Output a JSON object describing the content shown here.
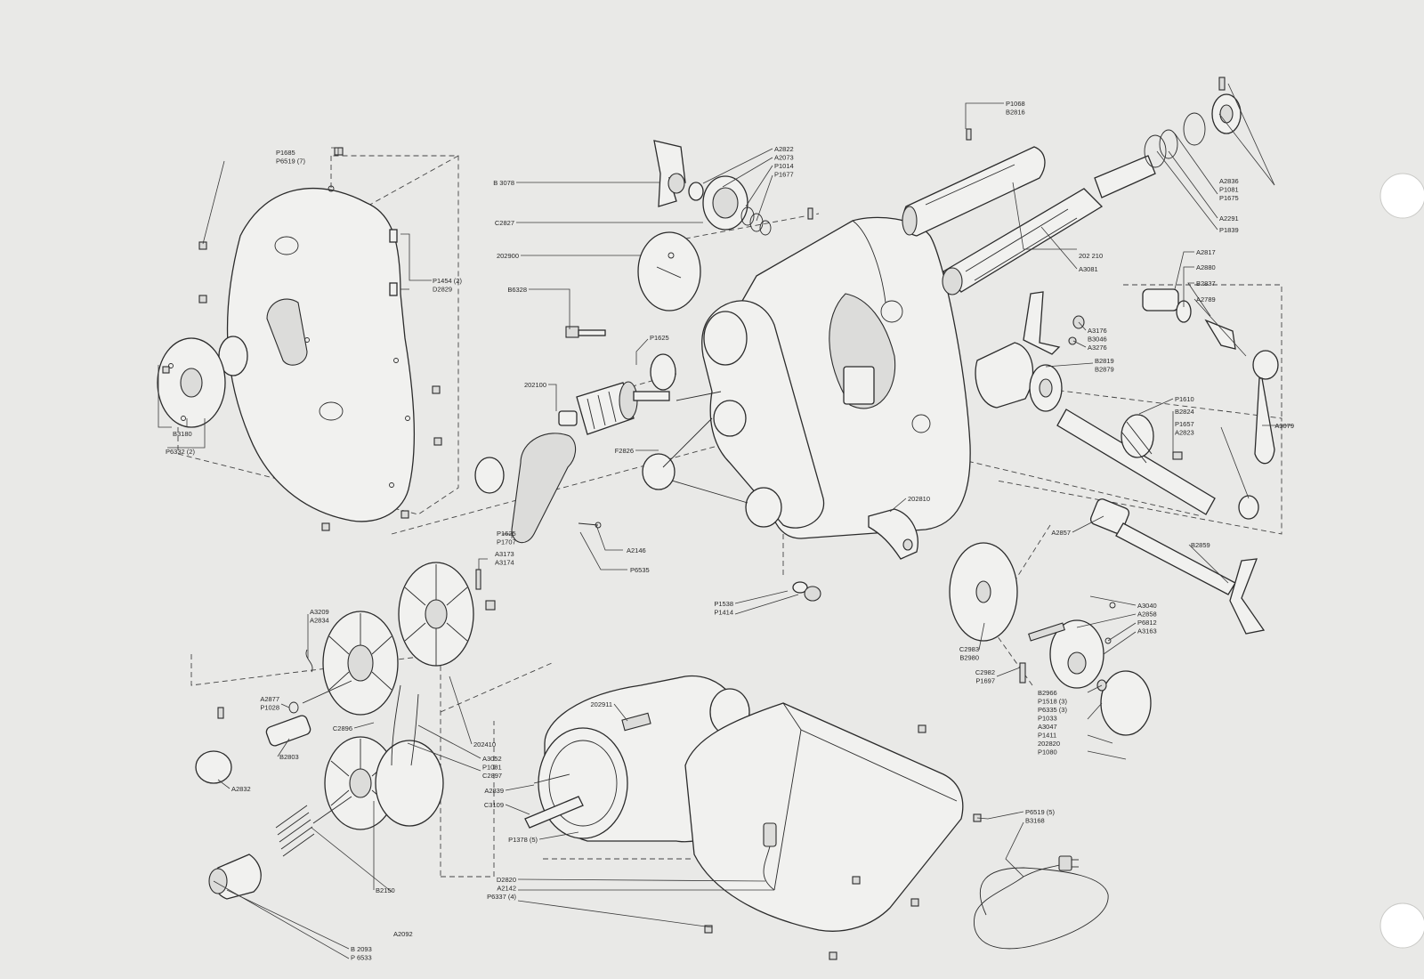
{
  "callouts": [
    {
      "id": "c1",
      "lines": [
        "P1685",
        "P6519 (7)"
      ]
    },
    {
      "id": "c2",
      "lines": [
        "P1454 (2)",
        "D2829"
      ]
    },
    {
      "id": "c3",
      "lines": [
        "B3180"
      ]
    },
    {
      "id": "c4",
      "lines": [
        "P6332 (2)"
      ]
    },
    {
      "id": "c5",
      "lines": [
        "B 3078"
      ]
    },
    {
      "id": "c6",
      "lines": [
        "A2822",
        "A2073",
        "P1014",
        "P1677"
      ]
    },
    {
      "id": "c7",
      "lines": [
        "C2827"
      ]
    },
    {
      "id": "c8",
      "lines": [
        "202900"
      ]
    },
    {
      "id": "c9",
      "lines": [
        "B6328"
      ]
    },
    {
      "id": "c10",
      "lines": [
        "P1625"
      ]
    },
    {
      "id": "c11",
      "lines": [
        "202100"
      ]
    },
    {
      "id": "c12",
      "lines": [
        "F2826"
      ]
    },
    {
      "id": "c13",
      "lines": [
        "P1625",
        "P1707"
      ]
    },
    {
      "id": "c14",
      "lines": [
        "A2146"
      ]
    },
    {
      "id": "c15",
      "lines": [
        "P6535"
      ]
    },
    {
      "id": "c16",
      "lines": [
        "A3173",
        "A3174"
      ]
    },
    {
      "id": "c17",
      "lines": [
        "P1538",
        "P1414"
      ]
    },
    {
      "id": "c18",
      "lines": [
        "P1068",
        "B2816"
      ]
    },
    {
      "id": "c19",
      "lines": [
        "202 210"
      ]
    },
    {
      "id": "c20",
      "lines": [
        "A3081"
      ]
    },
    {
      "id": "c21",
      "lines": [
        "A2836",
        "P1081",
        "P1675"
      ]
    },
    {
      "id": "c22",
      "lines": [
        "A2291"
      ]
    },
    {
      "id": "c23",
      "lines": [
        "P1839"
      ]
    },
    {
      "id": "c24",
      "lines": [
        "A2817"
      ]
    },
    {
      "id": "c25",
      "lines": [
        "A2880"
      ]
    },
    {
      "id": "c26",
      "lines": [
        "B2837"
      ]
    },
    {
      "id": "c27",
      "lines": [
        "A2789"
      ]
    },
    {
      "id": "c28",
      "lines": [
        "A3176",
        "B3046"
      ]
    },
    {
      "id": "c29",
      "lines": [
        "A3276"
      ]
    },
    {
      "id": "c30",
      "lines": [
        "B2819",
        "B2879"
      ]
    },
    {
      "id": "c31",
      "lines": [
        "P1610"
      ]
    },
    {
      "id": "c32",
      "lines": [
        "B2824"
      ]
    },
    {
      "id": "c33",
      "lines": [
        "P1657",
        "A2823"
      ]
    },
    {
      "id": "c34",
      "lines": [
        "A3079"
      ]
    },
    {
      "id": "c35",
      "lines": [
        "202810"
      ]
    },
    {
      "id": "c36",
      "lines": [
        "A2857"
      ]
    },
    {
      "id": "c37",
      "lines": [
        "B2859"
      ]
    },
    {
      "id": "c38",
      "lines": [
        "A3040",
        "A2858",
        "P6812",
        "A3163"
      ]
    },
    {
      "id": "c39",
      "lines": [
        "C2983",
        "B2980"
      ]
    },
    {
      "id": "c40",
      "lines": [
        "C2982",
        "P1697"
      ]
    },
    {
      "id": "c41",
      "lines": [
        "B2966",
        "P1518 (3)",
        "P6335 (3)",
        "P1033",
        "A3047",
        "P1411",
        "202820",
        "P1080"
      ]
    },
    {
      "id": "c42",
      "lines": [
        "A3209",
        "A2834"
      ]
    },
    {
      "id": "c43",
      "lines": [
        "A2877",
        "P1028"
      ]
    },
    {
      "id": "c44",
      "lines": [
        "C2896"
      ]
    },
    {
      "id": "c45",
      "lines": [
        "B2803"
      ]
    },
    {
      "id": "c46",
      "lines": [
        "A2832"
      ]
    },
    {
      "id": "c47",
      "lines": [
        "202410"
      ]
    },
    {
      "id": "c48",
      "lines": [
        "A3052",
        "P1081",
        "C2897"
      ]
    },
    {
      "id": "c49",
      "lines": [
        "202911"
      ]
    },
    {
      "id": "c50",
      "lines": [
        "A2839"
      ]
    },
    {
      "id": "c51",
      "lines": [
        "C3109"
      ]
    },
    {
      "id": "c52",
      "lines": [
        "P1378 (5)"
      ]
    },
    {
      "id": "c53",
      "lines": [
        "D2820",
        "A2142",
        "P6337 (4)"
      ]
    },
    {
      "id": "c54",
      "lines": [
        "P6519 (5)",
        "B3168"
      ]
    },
    {
      "id": "c55",
      "lines": [
        "B2150"
      ]
    },
    {
      "id": "c56",
      "lines": [
        "A2092"
      ]
    },
    {
      "id": "c57",
      "lines": [
        "B 2093",
        "P 6533"
      ]
    }
  ]
}
